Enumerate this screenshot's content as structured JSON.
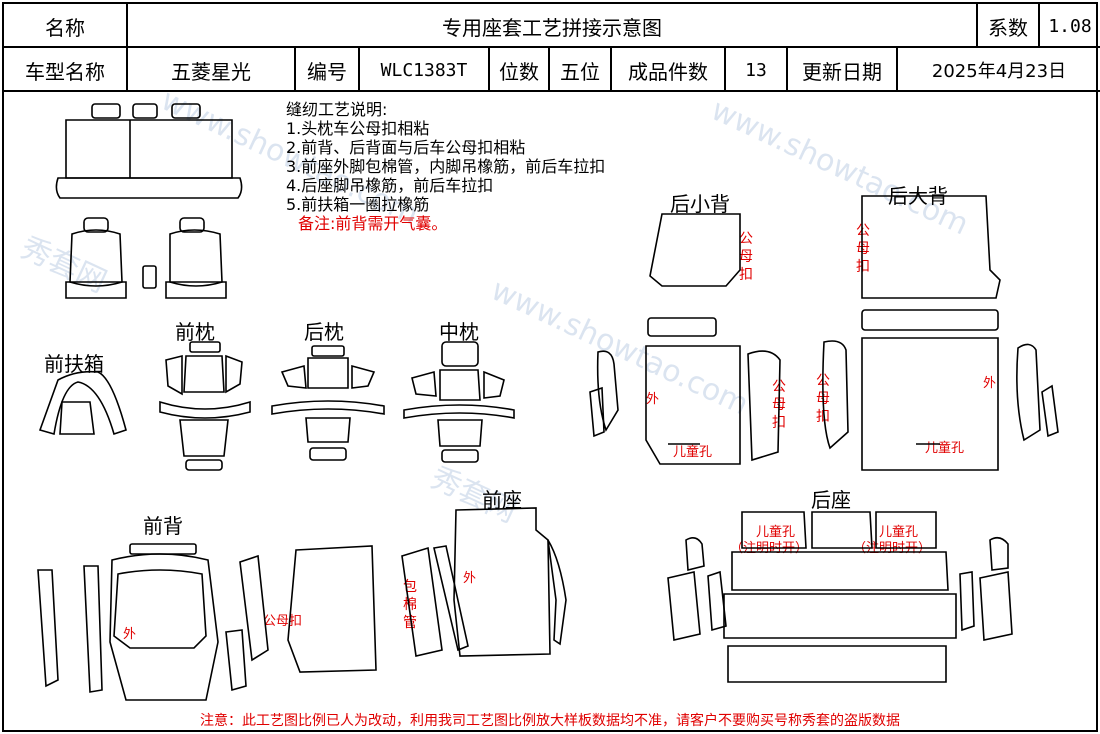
{
  "header": {
    "name_label": "名称",
    "title": "专用座套工艺拼接示意图",
    "coef_label": "系数",
    "coef_value": "1.08"
  },
  "info": {
    "model_label": "车型名称",
    "model_value": "五菱星光",
    "code_label": "编号",
    "code_value": "WLC1383T",
    "seats_label": "位数",
    "seats_value": "五位",
    "count_label": "成品件数",
    "count_value": "13",
    "date_label": "更新日期",
    "date_value": "2025年4月23日"
  },
  "notes": {
    "heading": "缝纫工艺说明:",
    "items": [
      "1.头枕车公母扣相粘",
      "2.前背、后背面与后车公母扣相粘",
      "3.前座外脚包棉管，内脚吊橡筋，前后车拉扣",
      "4.后座脚吊橡筋，前后车拉扣",
      "5.前扶箱一圈拉橡筋"
    ],
    "remark": "备注:前背需开气囊。"
  },
  "sections": {
    "front_armrest": "前扶箱",
    "front_headrest": "前枕",
    "rear_headrest": "后枕",
    "middle_headrest": "中枕",
    "rear_small_back": "后小背",
    "rear_large_back": "后大背",
    "front_back": "前背",
    "front_seat": "前座",
    "rear_seat": "后座"
  },
  "tags": {
    "snap_vertical": "公母扣",
    "snap": "公母扣",
    "outer": "外",
    "child_hole": "儿童孔",
    "child_hole_note": "（注明时开）",
    "cotton_tube": "包棉管"
  },
  "watermark": {
    "site": "www.showtao.com",
    "brand": "秀套网"
  },
  "footer": "注意：此工艺图比例已人为改动，利用我司工艺图比例放大样板数据均不准，请客户不要购买号称秀套的盗版数据"
}
